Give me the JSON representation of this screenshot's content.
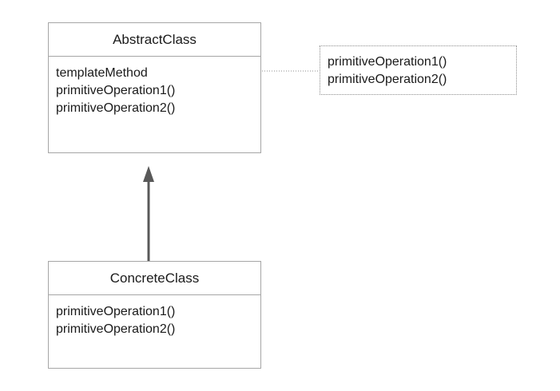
{
  "abstract_class": {
    "name": "AbstractClass",
    "methods": [
      "templateMethod",
      "primitiveOperation1()",
      "primitiveOperation2()"
    ]
  },
  "concrete_class": {
    "name": "ConcreteClass",
    "methods": [
      "primitiveOperation1()",
      "primitiveOperation2()"
    ]
  },
  "note": {
    "lines": [
      "primitiveOperation1()",
      "primitiveOperation2()"
    ]
  },
  "colors": {
    "border": "#a6a6a6",
    "arrow": "#595959",
    "note_border": "#8c8c8c"
  }
}
